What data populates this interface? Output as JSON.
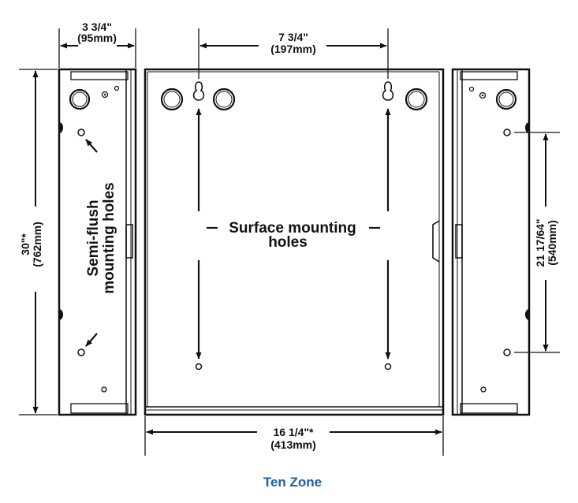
{
  "dimensions": {
    "side_depth": {
      "imperial": "3 3/4\"",
      "metric": "(95mm)"
    },
    "keyhole_spacing": {
      "imperial": "7 3/4\"",
      "metric": "(197mm)"
    },
    "height": {
      "imperial": "30\"*",
      "metric": "(762mm)"
    },
    "semi_flush_spacing": {
      "imperial": "21 17/64\"",
      "metric": "(540mm)"
    },
    "width": {
      "imperial": "16 1/4\"*",
      "metric": "(413mm)"
    }
  },
  "labels": {
    "surface_line1": "Surface mounting",
    "surface_line2": "holes",
    "semi_flush_line1": "Semi-flush",
    "semi_flush_line2": "mounting holes"
  },
  "caption": "Ten Zone",
  "colors": {
    "line": "#111111",
    "caption": "#1f5fa0"
  }
}
